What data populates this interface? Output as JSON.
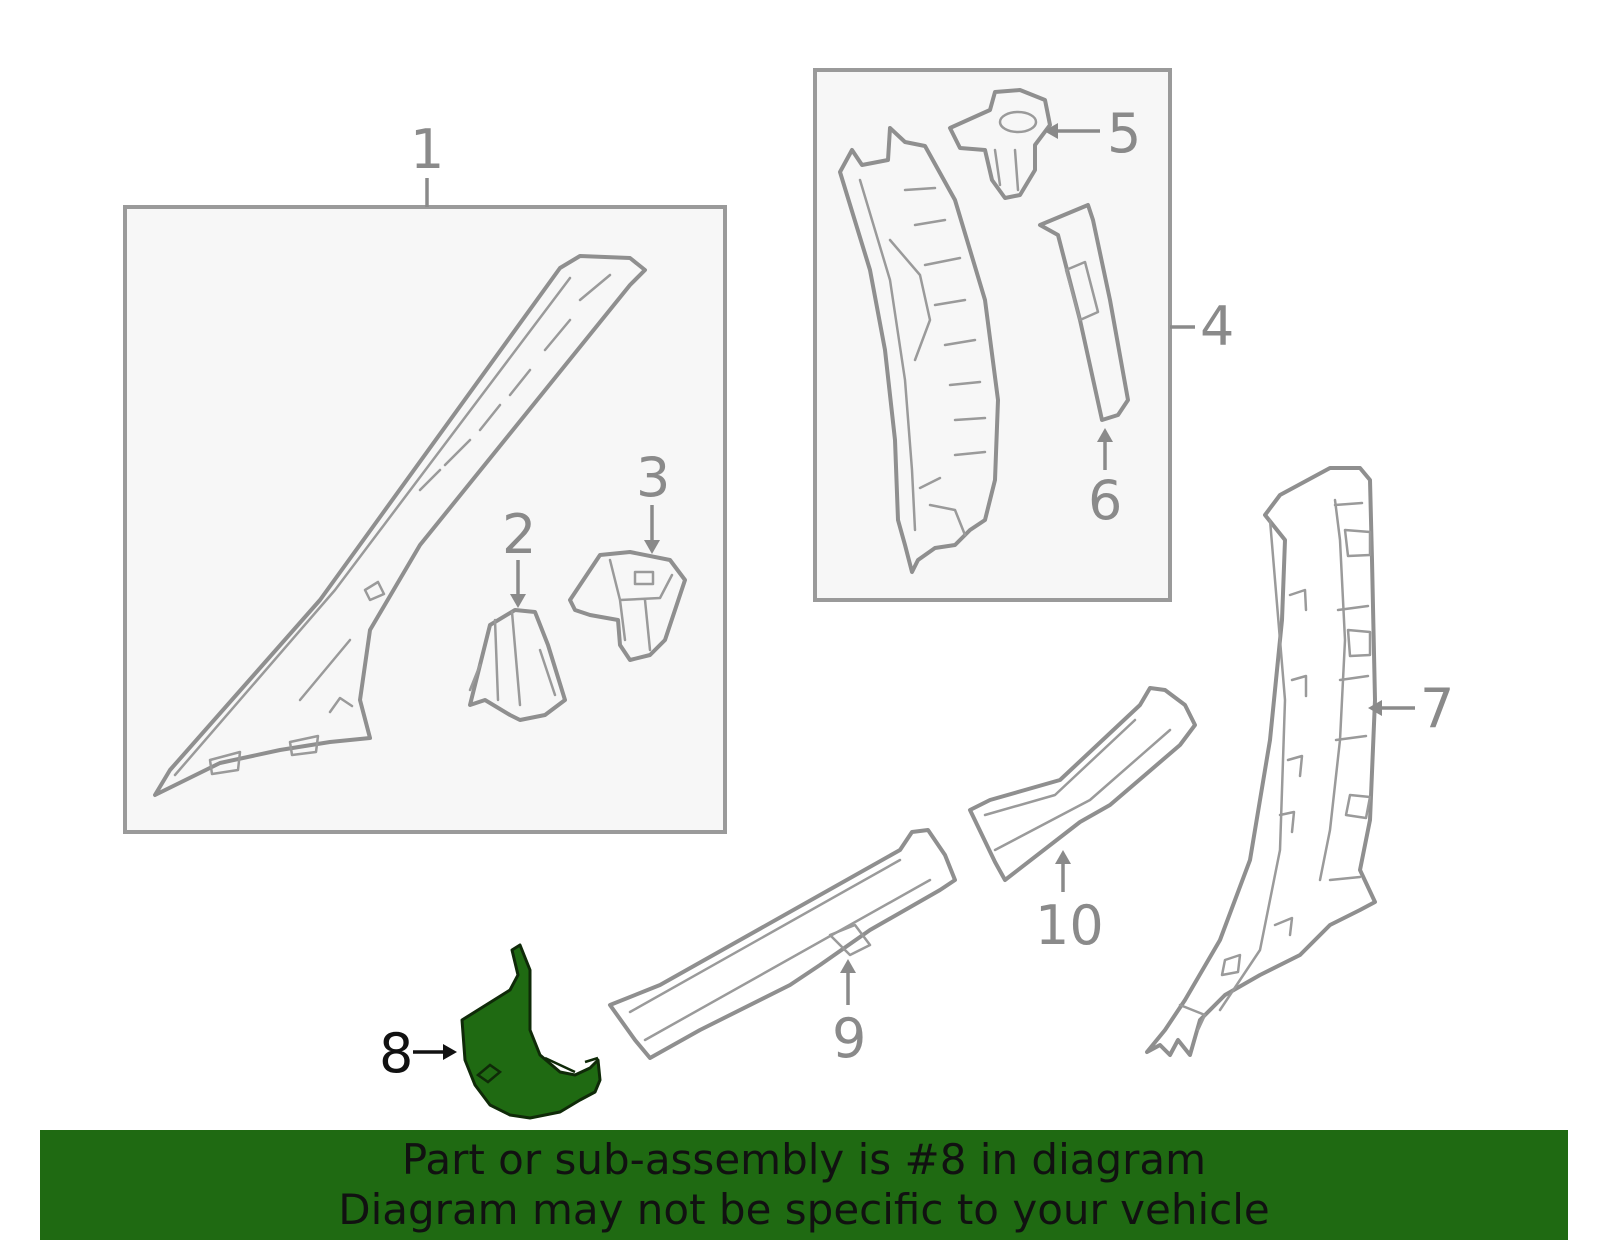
{
  "callouts": {
    "c1": "1",
    "c2": "2",
    "c3": "3",
    "c4": "4",
    "c5": "5",
    "c6": "6",
    "c7": "7",
    "c8": "8",
    "c9": "9",
    "c10": "10"
  },
  "highlighted_part": "8",
  "colors": {
    "highlight_fill": "#1f6a12",
    "line_gray": "#8f8f8f",
    "banner_bg": "#1f6a12"
  },
  "banner": {
    "line1": "Part or sub-assembly is #8 in diagram",
    "line2": "Diagram may not be specific to your vehicle"
  }
}
